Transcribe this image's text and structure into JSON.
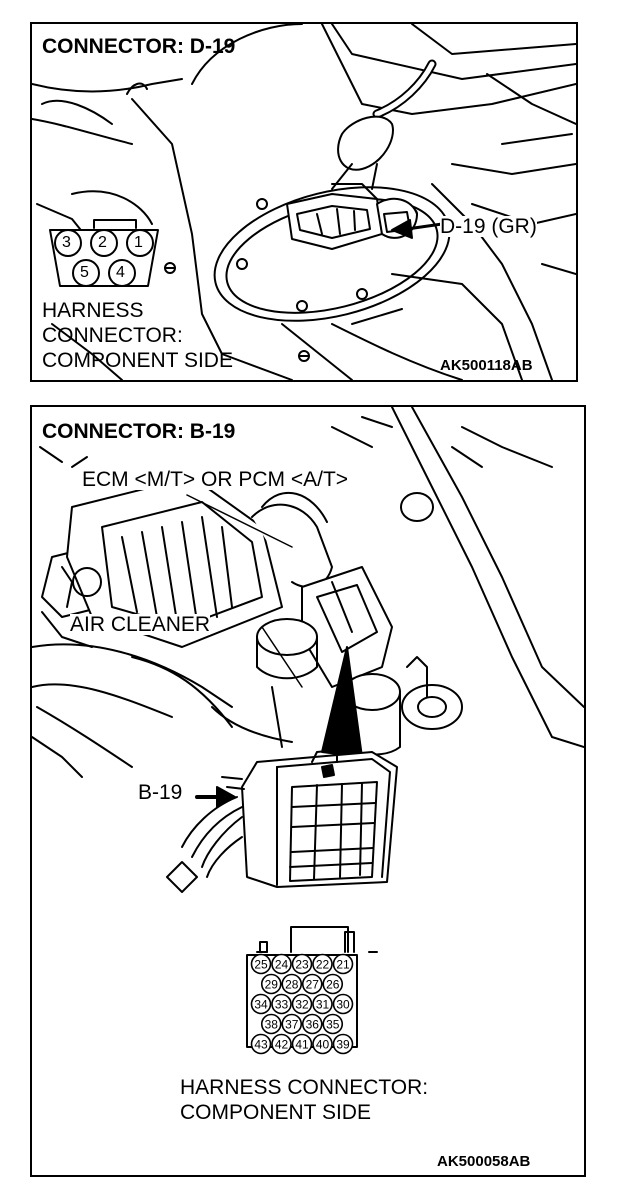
{
  "panel1": {
    "title": "CONNECTOR: D-19",
    "callout": "D-19 (GR)",
    "harness_lines": [
      "HARNESS",
      "CONNECTOR:",
      "COMPONENT SIDE"
    ],
    "pins_top": [
      "3",
      "2",
      "1"
    ],
    "pins_bottom": [
      "5",
      "4"
    ],
    "figure_code": "AK500118AB"
  },
  "panel2": {
    "title": "CONNECTOR: B-19",
    "ecm_label": "ECM <M/T> OR PCM <A/T>",
    "air_cleaner_label": "AIR CLEANER",
    "callout": "B-19",
    "pin_rows": [
      [
        "25",
        "24",
        "23",
        "22",
        "21"
      ],
      [
        "29",
        "28",
        "27",
        "26"
      ],
      [
        "34",
        "33",
        "32",
        "31",
        "30"
      ],
      [
        "38",
        "37",
        "36",
        "35"
      ],
      [
        "43",
        "42",
        "41",
        "40",
        "39"
      ]
    ],
    "harness_lines": [
      "HARNESS CONNECTOR:",
      "COMPONENT SIDE"
    ],
    "figure_code": "AK500058AB"
  }
}
